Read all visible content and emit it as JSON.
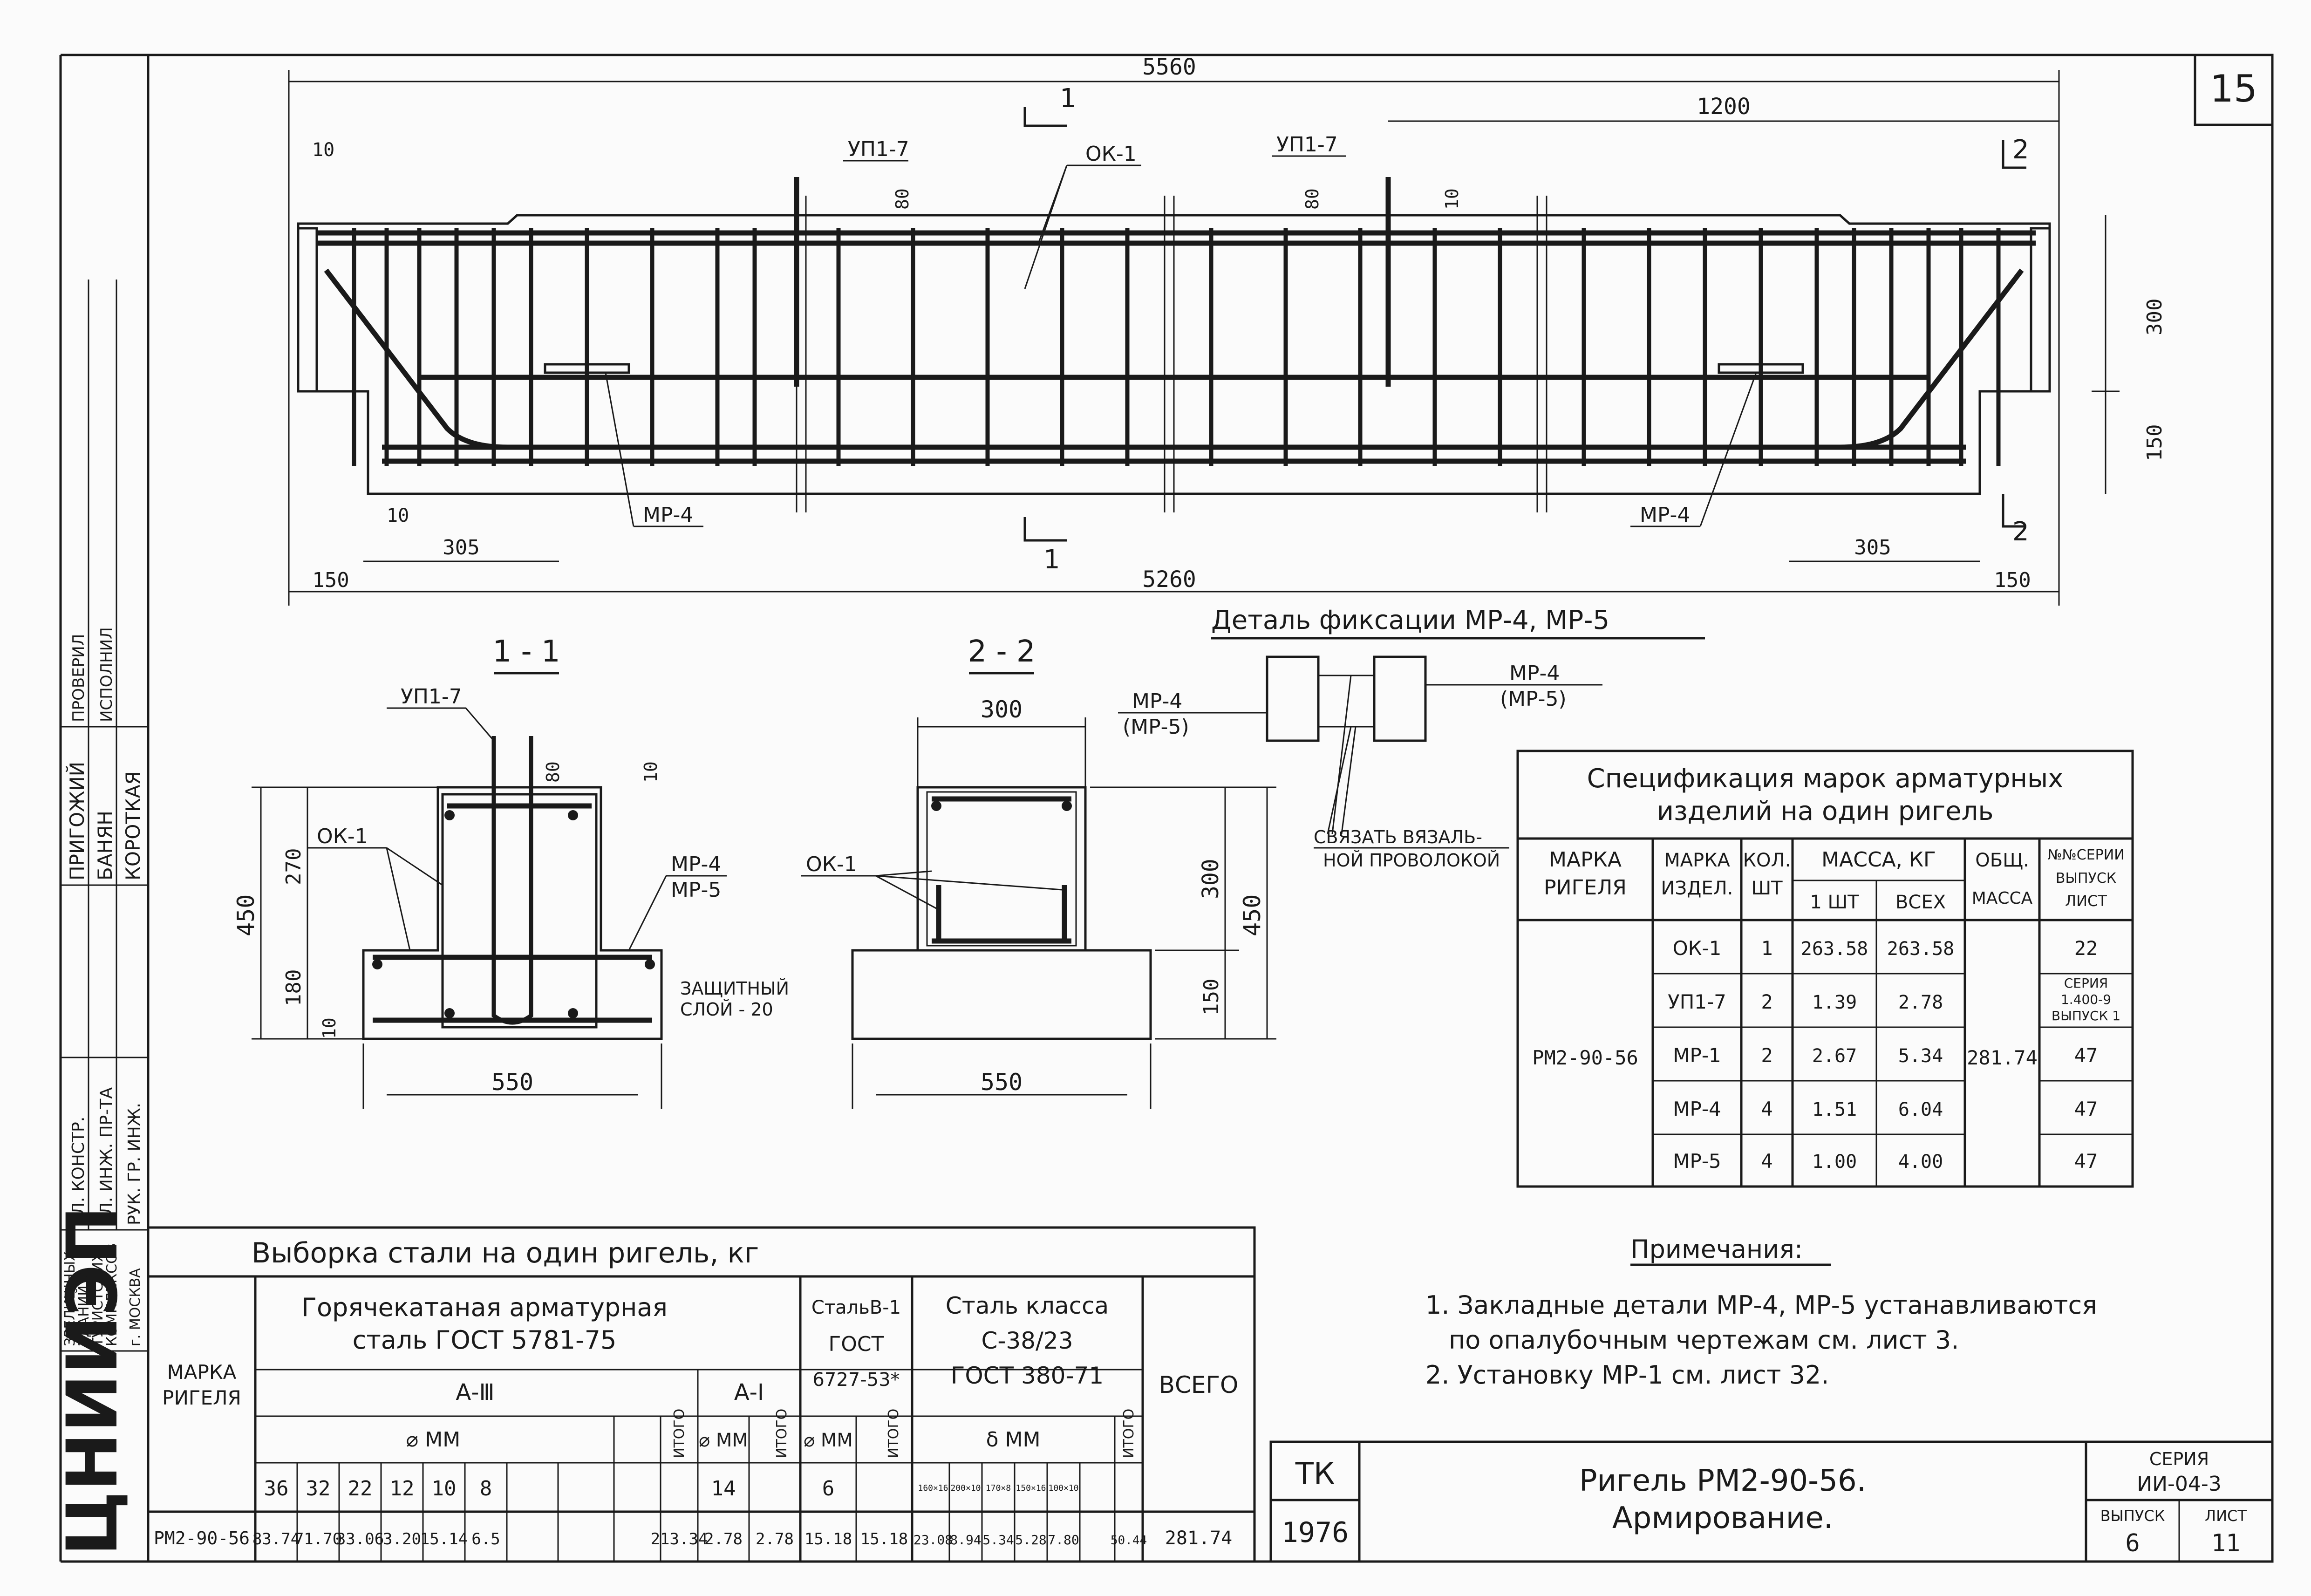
{
  "sheet_number": "15",
  "stamp": {
    "code": "ТК",
    "year": "1976",
    "title_line1": "Ригель РМ2-90-56.",
    "title_line2": "Армирование.",
    "series_label": "СЕРИЯ",
    "series": "ИИ-04-3",
    "issue_label": "ВЫПУСК",
    "issue": "6",
    "sheet_label": "ЛИСТ",
    "sheet": "11"
  },
  "left_strip": {
    "logo": "ЦНИИЭП",
    "org": [
      "ЗРЕЛИЩНЫХ",
      "ЗДАНИЙ И",
      "ТУРИСТСКИХ",
      "КОМПЛЕКСОВ",
      "г. МОСКВА"
    ],
    "roles": [
      "ГЛ. КОНСТР.",
      "ГЛ. ИНЖ. ПР-ТА",
      "РУК. ГР. ИНЖ."
    ],
    "names": [
      "ПРИГОЖИЙ",
      "БАНЯН",
      "КОРОТКАЯ"
    ],
    "cols": [
      "ПРОВЕРИЛ",
      "ИСПОЛНИЛ"
    ]
  },
  "elevation": {
    "dim_total": "5560",
    "dim_bottom": "5260",
    "dim_1200": "1200",
    "dim_10_left": "10",
    "dim_10_bottom": "10",
    "dim_305_left": "305",
    "dim_305_right": "305",
    "dim_150_left": "150",
    "dim_150_right": "150",
    "dim_80_a": "80",
    "dim_80_b": "80",
    "dim_10_top": "10",
    "dim_300": "300",
    "dim_150_v": "150",
    "label_upl_a": "УП1-7",
    "label_upl_b": "УП1-7",
    "label_ok": "ОК-1",
    "label_mp4_left": "МР-4",
    "label_mp4_right": "МР-4",
    "cut1": "1",
    "cut2": "2"
  },
  "section11": {
    "title": "1 - 1",
    "upl": "УП1-7",
    "ok": "ОК-1",
    "mp4": "МР-4",
    "mp5": "МР-5",
    "protect1": "ЗАЩИТНЫЙ",
    "protect2": "СЛОЙ - 20",
    "d450": "450",
    "d270": "270",
    "d180": "180",
    "d10": "10",
    "d10b": "10",
    "d80": "80",
    "d550": "550"
  },
  "section22": {
    "title": "2 - 2",
    "ok": "ОК-1",
    "d300w": "300",
    "d300h": "300",
    "d450": "450",
    "d150": "150",
    "d550": "550"
  },
  "detail": {
    "title": "Деталь фиксации МР-4, МР-5",
    "left_a": "МР-4",
    "left_b": "(МР-5)",
    "right_a": "МР-4",
    "right_b": "(МР-5)",
    "tie1": "СВЯЗАТЬ ВЯЗАЛЬ-",
    "tie2": "НОЙ ПРОВОЛОКОЙ"
  },
  "spec": {
    "title1": "Спецификация марок арматурных",
    "title2": "изделий на один ригель",
    "h_mark1": "МАРКА",
    "h_mark2": "РИГЕЛЯ",
    "h_item1": "МАРКА",
    "h_item2": "ИЗДЕЛ.",
    "h_qty1": "КОЛ.",
    "h_qty2": "ШТ",
    "h_mass": "МАССА, КГ",
    "h_one": "1 ШТ",
    "h_all": "ВСЕХ",
    "h_total1": "ОБЩ.",
    "h_total2": "МАССА",
    "h_ser1": "№№СЕРИИ",
    "h_ser2": "ВЫПУСК",
    "h_ser3": "ЛИСТ",
    "beam": "РМ2-90-56",
    "total": "281.74",
    "rows": [
      {
        "item": "ОК-1",
        "qty": "1",
        "one": "263.58",
        "all": "263.58",
        "ref": "22",
        "ref2": "",
        "ref3": ""
      },
      {
        "item": "УП1-7",
        "qty": "2",
        "one": "1.39",
        "all": "2.78",
        "ref": "СЕРИЯ",
        "ref2": "1.400-9",
        "ref3": "ВЫПУСК 1"
      },
      {
        "item": "МР-1",
        "qty": "2",
        "one": "2.67",
        "all": "5.34",
        "ref": "47",
        "ref2": "",
        "ref3": ""
      },
      {
        "item": "МР-4",
        "qty": "4",
        "one": "1.51",
        "all": "6.04",
        "ref": "47",
        "ref2": "",
        "ref3": ""
      },
      {
        "item": "МР-5",
        "qty": "4",
        "one": "1.00",
        "all": "4.00",
        "ref": "47",
        "ref2": "",
        "ref3": ""
      }
    ]
  },
  "notes": {
    "title": "Примечания:",
    "line1": "1. Закладные детали МР-4, МР-5 устанавливаются",
    "line2": "по опалубочным чертежам см. лист 3.",
    "line3": "2. Установку МР-1 см. лист 32."
  },
  "steel": {
    "title": "Выборка стали на один ригель, кг",
    "h_mark1": "МАРКА",
    "h_mark2": "РИГЕЛЯ",
    "h_hot1": "Горячекатаная арматурная",
    "h_hot2": "сталь ГОСТ 5781-75",
    "h_a3": "А-Ⅲ",
    "h_a1": "А-Ⅰ",
    "h_dia": "⌀ ММ",
    "h_dia2": "⌀ ММ",
    "h_dia3": "⌀ ММ",
    "h_vst1": "СтальВ-1",
    "h_vst2": "ГОСТ",
    "h_vst3": "6727-53*",
    "h_cls1": "Сталь класса",
    "h_cls2": "С-38/23",
    "h_cls3": "ГОСТ 380-71",
    "h_delta": "δ ММ",
    "h_total": "ВСЕГО",
    "h_itogo": "ИТОГО",
    "dias_a3": [
      "36",
      "32",
      "22",
      "12",
      "10",
      "8"
    ],
    "dia_a1": "14",
    "dia_b": "6",
    "plates": [
      "160×16",
      "200×10",
      "170×8",
      "150×16",
      "100×10"
    ],
    "row_mark": "РМ2-90-56",
    "vals_a3": [
      "83.74",
      "71.70",
      "33.06",
      "3.20",
      "15.14",
      "6.5"
    ],
    "itogo_a3": "213.34",
    "val_a1": "2.78",
    "itogo_a1": "2.78",
    "val_b": "15.18",
    "itogo_b": "15.18",
    "vals_plates": [
      "23.08",
      "8.94",
      "5.34",
      "5.28",
      "7.80"
    ],
    "itogo_plates": "50.44",
    "grand": "281.74"
  }
}
